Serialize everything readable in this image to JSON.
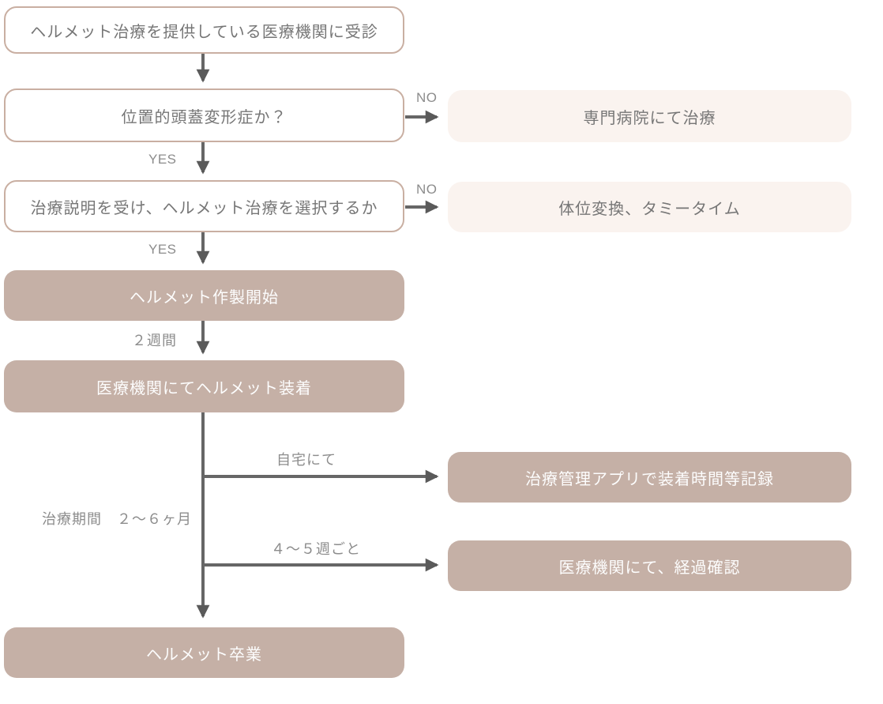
{
  "colors": {
    "filled_node_bg": "#C5B0A6",
    "outlined_node_border": "#C9AFA2",
    "cream_node_bg": "#FAF3EF",
    "connector_line": "#666666",
    "arrowhead": "#5A5A5A",
    "node_text": "#767676",
    "filled_node_text": "#FDFDFD",
    "edge_label_text": "#8C8C8C"
  },
  "nodes": {
    "start": "ヘルメット治療を提供している医療機関に受診",
    "decision_deformity": "位置的頭蓋変形症か？",
    "outcome_specialist": "専門病院にて治療",
    "decision_choose_treatment": "治療説明を受け、ヘルメット治療を選択するか",
    "outcome_repositioning": "体位変換、タミータイム",
    "step_fabrication": "ヘルメット作製開始",
    "step_fitting": "医療機関にてヘルメット装着",
    "step_app_logging": "治療管理アプリで装着時間等記録",
    "step_progress_check": "医療機関にて、経過確認",
    "end_graduation": "ヘルメット卒業"
  },
  "edge_labels": {
    "no_1": "NO",
    "yes_1": "YES",
    "no_2": "NO",
    "yes_2": "YES",
    "two_weeks": "２週間",
    "at_home": "自宅にて",
    "treatment_period": "治療期間　２〜６ヶ月",
    "every_4_5_weeks": "４〜５週ごと"
  }
}
